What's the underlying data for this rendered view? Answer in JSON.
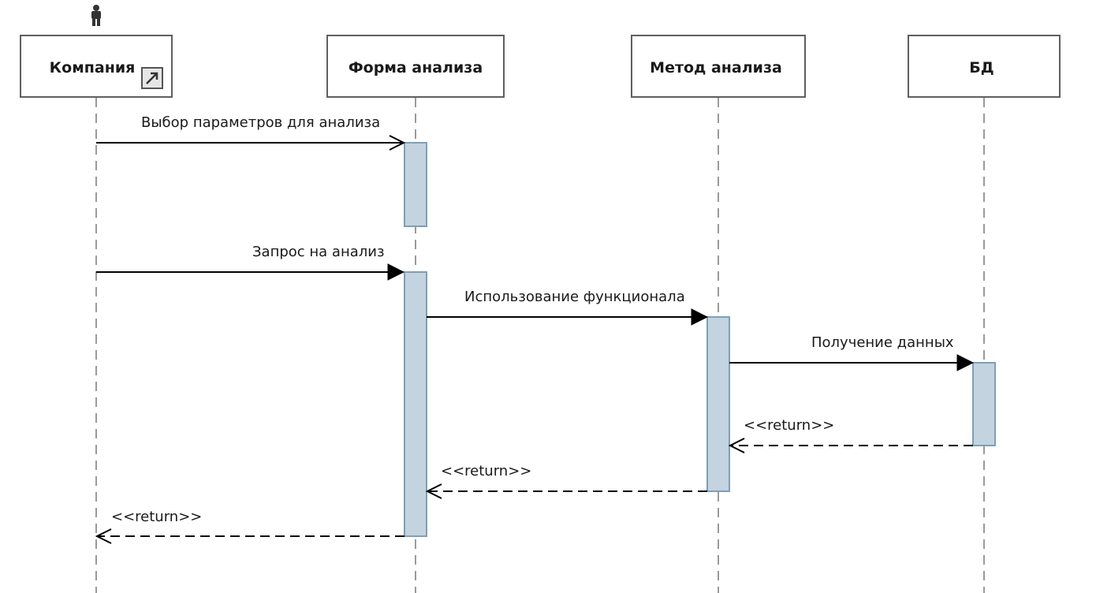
{
  "lifelines": [
    {
      "name": "Компания",
      "is_actor": true,
      "has_link_icon": true
    },
    {
      "name": "Форма анализа"
    },
    {
      "name": "Метод анализа"
    },
    {
      "name": "БД"
    }
  ],
  "messages": [
    {
      "label": "Выбор параметров для анализа",
      "from": 0,
      "to": 1,
      "kind": "async"
    },
    {
      "label": "Запрос на анализ",
      "from": 0,
      "to": 1,
      "kind": "sync"
    },
    {
      "label": "Использование функционала",
      "from": 1,
      "to": 2,
      "kind": "sync"
    },
    {
      "label": "Получение данных",
      "from": 2,
      "to": 3,
      "kind": "sync"
    },
    {
      "label": "<<return>>",
      "from": 3,
      "to": 2,
      "kind": "return"
    },
    {
      "label": "<<return>>",
      "from": 2,
      "to": 1,
      "kind": "return"
    },
    {
      "label": "<<return>>",
      "from": 1,
      "to": 0,
      "kind": "return"
    }
  ],
  "icons": {
    "actor": "actor-icon",
    "link": "link-arrow-icon"
  }
}
